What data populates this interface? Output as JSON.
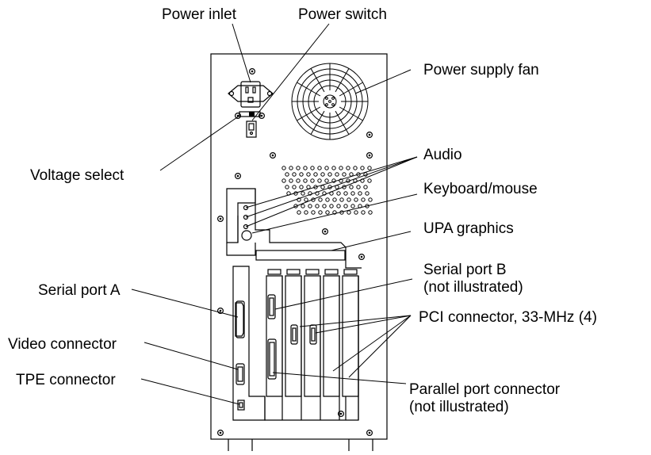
{
  "labels": {
    "power_inlet": "Power inlet",
    "power_switch": "Power switch",
    "power_supply_fan": "Power supply fan",
    "audio": "Audio",
    "voltage_select": "Voltage select",
    "keyboard_mouse": "Keyboard/mouse",
    "upa_graphics": "UPA graphics",
    "serial_port_b": "Serial port B",
    "serial_port_b_note": "(not illustrated)",
    "serial_port_a": "Serial port A",
    "pci_connector": "PCI connector, 33-MHz (4)",
    "video_connector": "Video connector",
    "tpe_connector": "TPE connector",
    "parallel_port": "Parallel port connector",
    "parallel_port_note": "(not illustrated)"
  },
  "colors": {
    "line": "#000000",
    "background": "#ffffff"
  }
}
